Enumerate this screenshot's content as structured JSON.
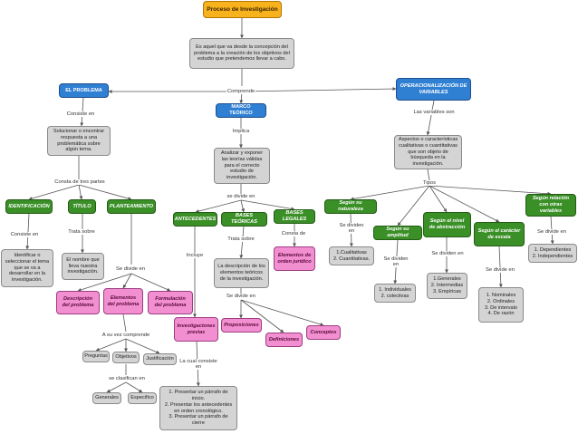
{
  "diagram": {
    "nodes": {
      "root": "Proceso de Investigación",
      "def": "Es aquel que va desde la concepción del problema a la creación de los objetivos del estudio que pretendemos llevar a cabo.",
      "problema": "EL PROBLEMA",
      "marco": "MARCO TEÓRICO",
      "operac": "OPERACIONALIZACIÓN DE VARIABLES",
      "solucionar": "Solucionar o encontrar respuesta a una problemática sobre algún tema.",
      "identificacion": "IDENTIFICACIÓN",
      "titulo": "TÍTULO",
      "planteamiento": "PLANTEAMIENTO",
      "identificar": "Identificar o seleccionar el tema que se va a desarrollar en la investigación.",
      "nombre": "El nombre que lleva nuestra investigación.",
      "descripcion": "Descripción del problema",
      "elementos": "Elementos del problema",
      "formulacion": "Formulación del problema",
      "preguntas": "Preguntas",
      "objetivos": "Objetivos",
      "justificacion": "Justificación",
      "generales": "Generales",
      "especifico": "Especifico",
      "analizar": "Analizar y exponer las teorías válidas para el correcto estudio de investigación.",
      "antecedentes": "ANTECEDENTES",
      "bases_teoricas": "BASES TEÓRICAS",
      "bases_legales": "BASES LEGALES",
      "elementos_orden": "Elementos de orden jurídico",
      "descripcion_teoricos": "La descripción de los elementos teóricos de la investigación.",
      "investigaciones": "Investigaciones previas",
      "proposiciones": "Proposiciones",
      "definiciones": "Definiciones",
      "conceptos": "Conceptos",
      "presentar": "1. Presentar un párrafo de inicio.\n2. Presentar los antecedentes en orden cronológico.\n3. Presentar un párrafo de cierre",
      "aspectos": "Aspectos o características cualitativas o cuantitativas que son objeto de búsqueda en la investigación.",
      "naturaleza": "Según su naturaleza",
      "amplitud": "Según su amplitud",
      "abstraccion": "Según el nivel de abstracción",
      "escala": "Según el carácter de escala",
      "relacion": "Según relación con otras variables",
      "cualitativas": "1.Cualitativas\n2. Cuantitativas.",
      "individuales": "1. Individuales\n2. colectivas",
      "generales_list": "1.Generales\n2. Intermedias\n3. Empíricas",
      "nominales": "1. Nominales\n2. Ordinales\n3. De intervalo\n4. De razón",
      "dependientes": "1. Dependientes\n2. Independientes"
    },
    "labels": {
      "comprende": "Comprende",
      "consiste_en_1": "Consiste en",
      "implica": "Implica",
      "las_variables_son": "Las variables son",
      "consta_de_tres": "Consta de tres partes",
      "consiste_en_2": "Consiste en",
      "trata_sobre_1": "Trata sobre",
      "se_divide_en_1": "Se divide en",
      "a_su_vez": "A su vez comprende",
      "se_clasifican": "se clasifican en",
      "se_divide_en_2": "se divide en",
      "incluye": "Incluye",
      "trata_sobre_2": "Trata sobre",
      "consta_de": "Consta de",
      "se_divide_en_3": "Se divide en",
      "la_cual": "La cual consiste\nen",
      "tipos": "Tipos",
      "se_dividen_1": "Se dividen\nen",
      "se_dividen_2": "Se dividen\nen",
      "se_dividen_3": "Se dividen en",
      "se_divide_en_4": "Se divide en",
      "se_divide_en_5": "Se divide en"
    }
  }
}
